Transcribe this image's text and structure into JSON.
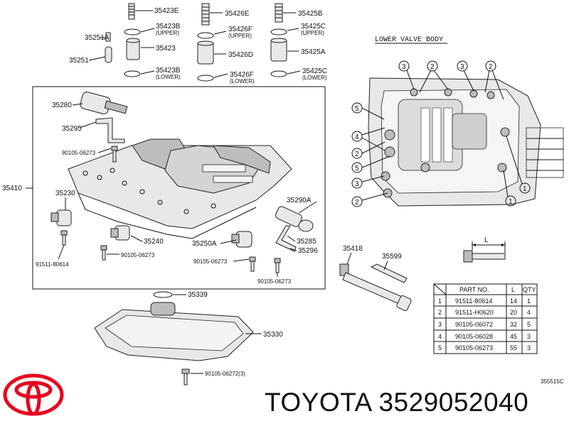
{
  "callouts": {
    "p35423E": "35423E",
    "p35423B_up": "35423B",
    "p35423B_up_note": "(UPPER)",
    "p35251A": "35251A",
    "p35423": "35423",
    "p35251": "35251",
    "p35423B_lo": "35423B",
    "p35423B_lo_note": "(LOWER)",
    "p35426E": "35426E",
    "p35426F_up": "35426F",
    "p35426F_up_note": "(UPPER)",
    "p35426D": "35426D",
    "p35426F_lo": "35426F",
    "p35426F_lo_note": "(LOWER)",
    "p35425B": "35425B",
    "p35425C_up": "35425C",
    "p35425C_up_note": "(UPPER)",
    "p35425A": "35425A",
    "p35425C_lo": "35425C",
    "p35425C_lo_note": "(LOWER)",
    "p35280": "35280",
    "p35295": "35295",
    "p90105_06273_a": "90105-06273",
    "p35410": "35410",
    "p35230": "35230",
    "p35240": "35240",
    "p91511_80614": "91511-80614",
    "p90105_06273_b": "90105-06273",
    "p35290A": "35290A",
    "p35285": "35285",
    "p35250A": "35250A",
    "p35296": "35296",
    "p90105_06273_c": "90105-06273",
    "p90105_06273_d": "90105-06273",
    "p35418": "35418",
    "p35599": "35599",
    "p35339": "35339",
    "p35330": "35330",
    "p90105_06272": "90105-06272(3)",
    "lower_valve_body": "LOWER VALVE BODY",
    "dim_L": "L",
    "ref_code": "355515C"
  },
  "circle_nums": [
    "3",
    "2",
    "3",
    "2",
    "5",
    "4",
    "2",
    "5",
    "3",
    "2",
    "1",
    "1"
  ],
  "bolt_table": {
    "headers": [
      "PART NO.",
      "L",
      "QTY"
    ],
    "rows": [
      {
        "n": "1",
        "part": "91511-80614",
        "l": "14",
        "qty": "1"
      },
      {
        "n": "2",
        "part": "91511-H0620",
        "l": "20",
        "qty": "4"
      },
      {
        "n": "3",
        "part": "90105-06072",
        "l": "32",
        "qty": "5"
      },
      {
        "n": "4",
        "part": "90105-06028",
        "l": "45",
        "qty": "3"
      },
      {
        "n": "5",
        "part": "90105-06273",
        "l": "55",
        "qty": "3"
      }
    ]
  },
  "brand": {
    "text": "TOYOTA 3529052040",
    "logo_color": "#e8001c"
  }
}
